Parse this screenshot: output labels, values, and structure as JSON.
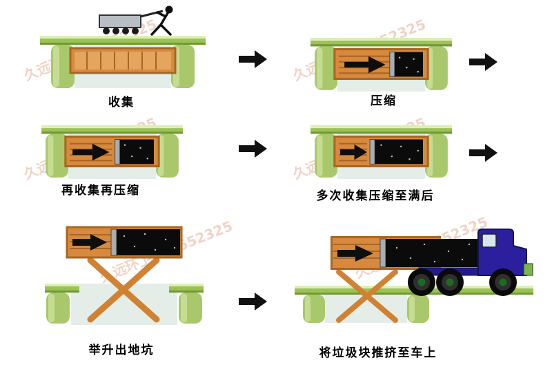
{
  "page": {
    "background": "#ffffff",
    "type": "process-diagram",
    "subject": "underground waste container collection and compression process"
  },
  "watermark": {
    "text": "久远环卫301552325",
    "color": "#e2a98e"
  },
  "steps": [
    {
      "id": 1,
      "label": "收集",
      "illustration": "worker-pushing-cart-over-underground-container"
    },
    {
      "id": 2,
      "label": "压缩",
      "illustration": "underground-container-compacting-waste"
    },
    {
      "id": 3,
      "label": "再收集再压缩",
      "illustration": "underground-container-compacting-more-waste"
    },
    {
      "id": 4,
      "label": "多次收集压缩至满后",
      "illustration": "underground-container-nearly-full"
    },
    {
      "id": 5,
      "label": "举升出地坑",
      "illustration": "scissor-lift-raising-container-out-of-pit"
    },
    {
      "id": 6,
      "label": "将垃圾块推挤至车上",
      "illustration": "waste-block-pushed-onto-truck"
    }
  ],
  "flow": {
    "arrow_icon": "black-right-arrow",
    "arrow_glyph": "➡",
    "arrow_count": 5
  },
  "colors": {
    "platform_green": "#9cc155",
    "platform_highlight": "#ddeeb9",
    "platform_shadow": "#6f9a33",
    "pit_wall_green": "#a9c86b",
    "pit_interior": "#e4ede8",
    "container_orange": "#d78a3d",
    "container_outline": "#a96523",
    "waste_black": "#0b0b0b",
    "pusher_plate_gray": "#a8adb3",
    "lift_orange": "#d08232",
    "truck_blue": "#2b1f9e",
    "truck_window": "#d7e5ef",
    "truck_bumper_green": "#7ab648",
    "arrow_black": "#111111"
  }
}
